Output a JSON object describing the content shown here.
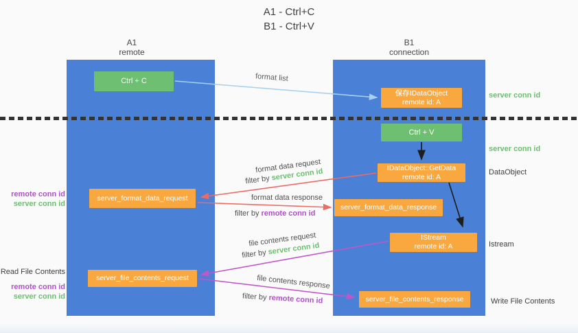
{
  "title": {
    "line1": "A1 - Ctrl+C",
    "line2": "B1 - Ctrl+V"
  },
  "columns": {
    "a": {
      "name": "A1",
      "subtitle": "remote"
    },
    "b": {
      "name": "B1",
      "subtitle": "connection"
    }
  },
  "boxes": {
    "ctrl_c": {
      "label": "Ctrl + C"
    },
    "ctrl_v": {
      "label": "Ctrl + V"
    },
    "save_idataobject": {
      "line1": "保存IDataObject",
      "line2": "remote id: A"
    },
    "getdata": {
      "line1": "IDataObject::GetData",
      "line2": "remote id: A"
    },
    "istream": {
      "line1": "IStream",
      "line2": "remote id: A"
    },
    "format_request": {
      "label": "server_format_data_request"
    },
    "format_response": {
      "label": "server_format_data_response"
    },
    "file_request": {
      "label": "server_file_contents_request"
    },
    "file_response": {
      "label": "server_file_contents_response"
    }
  },
  "arrows": {
    "format_list": {
      "label": "format list"
    },
    "format_data_request": {
      "label": "format data request",
      "filter_prefix": "filter by ",
      "filter_key": "server conn id"
    },
    "format_data_response": {
      "label": "format data response",
      "filter_prefix": "filter by ",
      "filter_key": "remote conn id"
    },
    "file_contents_request": {
      "label": "file contents request",
      "filter_prefix": "filter by ",
      "filter_key": "server conn id"
    },
    "file_contents_response": {
      "label": "file contents response",
      "filter_prefix": "filter by ",
      "filter_key": "remote conn id"
    }
  },
  "side_labels": {
    "left": {
      "format_remote_conn": "remote conn id",
      "format_server_conn": "server conn id",
      "read_file_contents": "Read File Contents",
      "file_remote_conn": "remote conn id",
      "file_server_conn": "server conn id"
    },
    "right": {
      "save_server_conn": "server conn id",
      "paste_server_conn": "server conn id",
      "dataobject": "DataObject",
      "istream": "Istream",
      "write_file_contents": "Write File Contents"
    }
  },
  "colors": {
    "column_blue": "#4a80d6",
    "box_green": "#6ebf72",
    "box_orange": "#f9a83f",
    "arrow_red": "#ed6a65",
    "arrow_magenta": "#c156c9",
    "arrow_light_blue": "#a7d1ef",
    "arrow_black": "#1e1e1e",
    "text_green": "#6abf6e",
    "text_purple": "#ae4fc8"
  }
}
